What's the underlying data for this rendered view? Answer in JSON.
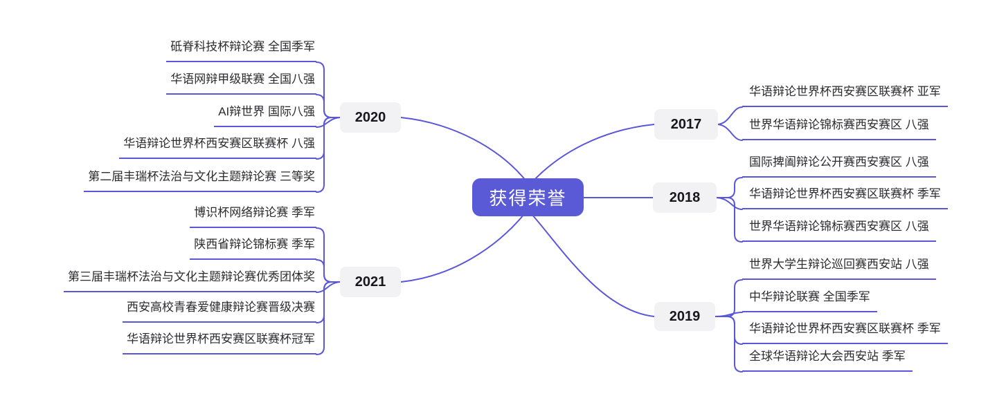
{
  "central": {
    "label": "获得荣誉"
  },
  "branches": [
    {
      "label": "2020",
      "items": [
        "砥脊科技杯辩论赛 全国季军",
        "华语网辩甲级联赛 全国八强",
        "AI辩世界 国际八强",
        "华语辩论世界杯西安赛区联赛杯 八强",
        "第二届丰瑞杯法治与文化主题辩论赛 三等奖"
      ]
    },
    {
      "label": "2021",
      "items": [
        "博识杯网络辩论赛 季军",
        "陕西省辩论锦标赛 季军",
        "第三届丰瑞杯法治与文化主题辩论赛优秀团体奖",
        "西安高校青春爱健康辩论赛晋级决赛",
        "华语辩论世界杯西安赛区联赛杯冠军"
      ]
    },
    {
      "label": "2017",
      "items": [
        "华语辩论世界杯西安赛区联赛杯 亚军",
        "世界华语辩论锦标赛西安赛区 八强"
      ]
    },
    {
      "label": "2018",
      "items": [
        "国际捭阖辩论公开赛西安赛区 八强",
        "华语辩论世界杯西安赛区联赛杯 季军",
        "世界华语辩论锦标赛西安赛区 八强"
      ]
    },
    {
      "label": "2019",
      "items": [
        "世界大学生辩论巡回赛西安站 八强",
        "中华辩论联赛 全国季军",
        "华语辩论世界杯西安赛区联赛杯 季军",
        "全球华语辩论大会西安站 季军"
      ]
    }
  ],
  "colors": {
    "line": "#5956d9",
    "center_fill": "#5a5ad6",
    "center_text": "#ffffff",
    "year_bg": "#f2f2f4",
    "year_text": "#17171d",
    "item_text": "#2b2b31"
  }
}
